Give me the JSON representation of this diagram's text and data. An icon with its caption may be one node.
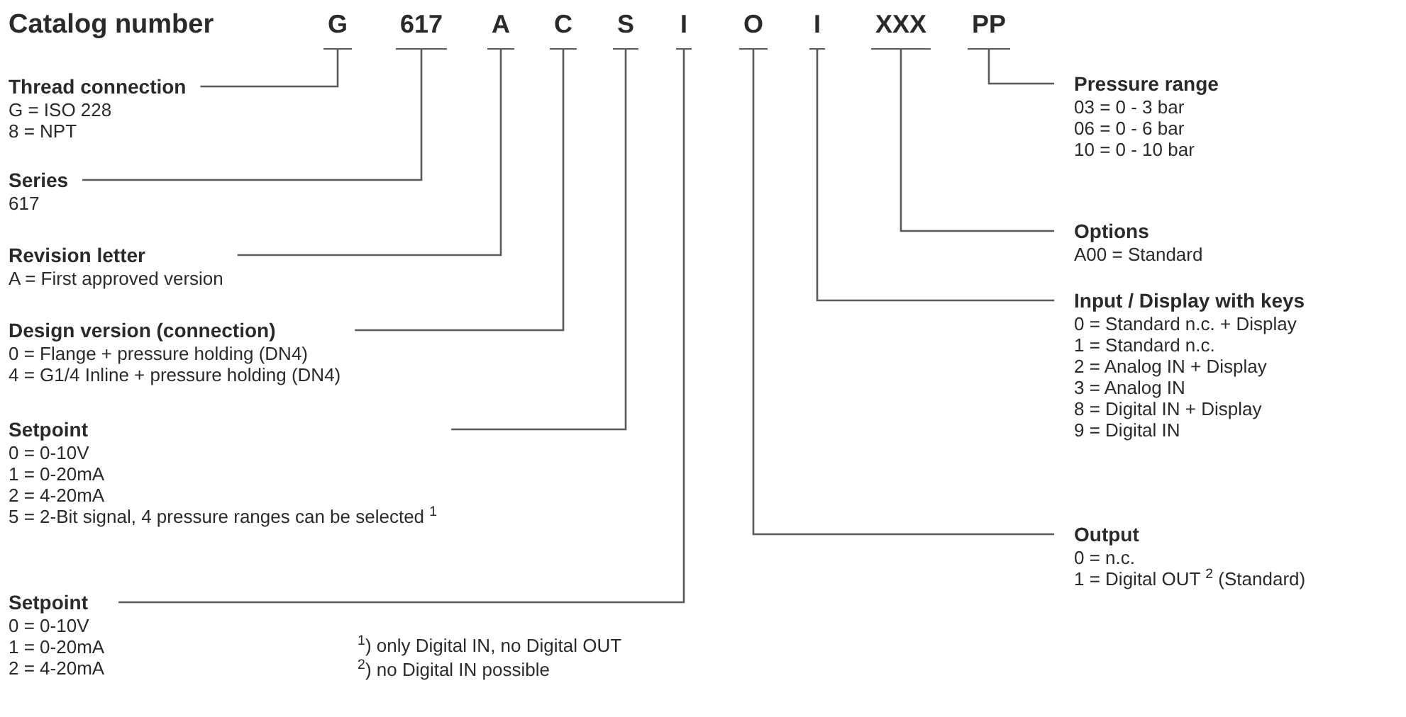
{
  "diagram": {
    "title": "Catalog number",
    "nodes": [
      {
        "text": [
          "G"
        ]
      },
      {
        "text": [
          "617"
        ]
      },
      {
        "text": [
          "A"
        ]
      },
      {
        "text": [
          "C"
        ]
      },
      {
        "text": [
          "S"
        ]
      },
      {
        "text": [
          "I"
        ]
      },
      {
        "text": [
          "O"
        ]
      },
      {
        "text": [
          "I"
        ]
      },
      {
        "text": [
          "XXX"
        ]
      },
      {
        "text": [
          "PP"
        ]
      },
      {
        "text": [
          "Thread connection",
          "G = ISO 228",
          "8 = NPT"
        ]
      },
      {
        "text": [
          "Series",
          "617"
        ]
      },
      {
        "text": [
          "Revision letter",
          "A = First approved version"
        ]
      },
      {
        "text": [
          "Design version (connection)",
          "0 = Flange + pressure holding (DN4)",
          "4 = G1/4 Inline + pressure holding (DN4)"
        ]
      },
      {
        "text": [
          "Setpoint",
          "0 = 0-10V",
          "1 = 0-20mA",
          "2 = 4-20mA",
          "5 = 2-Bit signal, 4 pressure ranges can be selected $^{1}$"
        ]
      },
      {
        "text": [
          "Setpoint",
          "0 = 0-10V",
          "1 = 0-20mA",
          "2 = 4-20mA"
        ]
      },
      {
        "text": [
          "Pressure range",
          "03 = 0 - 3 bar",
          "06 = 0 - 6 bar",
          "10 = 0 - 10 bar"
        ]
      },
      {
        "text": [
          "Options",
          "A00 = Standard"
        ]
      },
      {
        "text": [
          "Input / Display with keys",
          "0 = Standard n.c. + Display",
          "1 = Standard n.c.",
          "2 = Analog IN + Display",
          "3 = Analog IN",
          "8 = Digital IN + Display",
          "9 = Digital IN"
        ]
      },
      {
        "text": [
          "Output",
          "0 = n.c.",
          "1 = Digital OUT $^{2}$ (Standard)"
        ]
      }
    ],
    "edges": [
      {
        "from": 0,
        "to": 10,
        "arrow": "none"
      },
      {
        "from": 1,
        "to": 11,
        "arrow": "none"
      },
      {
        "from": 2,
        "to": 12,
        "arrow": "none"
      },
      {
        "from": 3,
        "to": 13,
        "arrow": "none"
      },
      {
        "from": 4,
        "to": 14,
        "arrow": "none"
      },
      {
        "from": 5,
        "to": 15,
        "arrow": "none"
      },
      {
        "from": 9,
        "to": 16,
        "arrow": "none"
      },
      {
        "from": 8,
        "to": 17,
        "arrow": "none"
      },
      {
        "from": 7,
        "to": 18,
        "arrow": "none"
      },
      {
        "from": 6,
        "to": 19,
        "arrow": "none"
      }
    ],
    "labels": [
      "$^{1}$) only Digital IN, no Digital OUT",
      "$^{2}$) no Digital IN possible"
    ]
  }
}
